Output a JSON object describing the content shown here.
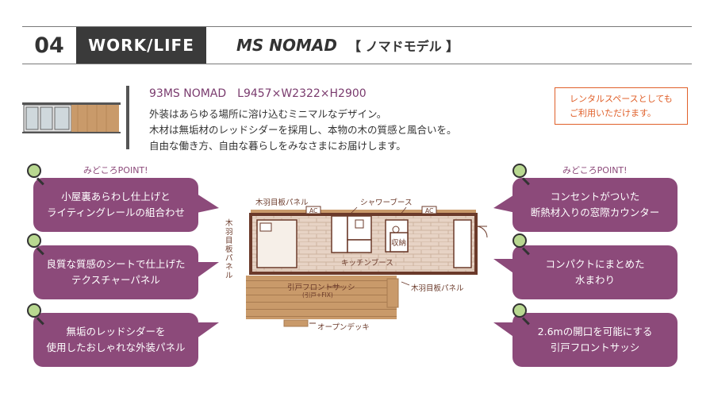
{
  "header": {
    "section_number": "04",
    "section_tag": "WORK/LIFE",
    "model_name": "MS NOMAD",
    "model_jp": "【 ノマドモデル 】"
  },
  "intro": {
    "spec": "93MS NOMAD　L9457×W2322×H2900",
    "description": [
      "外装はあらゆる場所に溶け込むミニマルなデザイン。",
      "木材は無垢材のレッドシダーを採用し、本物の木の質感と風合いを。",
      "自由な働き方、自由な暮らしをみなさまにお届けします。"
    ]
  },
  "notice": [
    "レンタルスペースとしても",
    "ご利用いただけます。"
  ],
  "points_label": "みどころPOINT!",
  "left_points": [
    [
      "小屋裏あらわし仕上げと",
      "ライティングレールの組合わせ"
    ],
    [
      "良質な質感のシートで仕上げた",
      "テクスチャーパネル"
    ],
    [
      "無垢のレッドシダーを",
      "使用したおしゃれな外装パネル"
    ]
  ],
  "right_points": [
    [
      "コンセントがついた",
      "断熱材入りの窓際カウンター"
    ],
    [
      "コンパクトにまとめた",
      "水まわり"
    ],
    [
      "2.6mの開口を可能にする",
      "引戸フロントサッシ"
    ]
  ],
  "plan_labels": {
    "top_panel": "木羽目板パネル",
    "shower": "シャワーブース",
    "left_panel": "木羽目板パネル",
    "ac_left": "AC",
    "ac_right": "AC",
    "storage": "収納",
    "kitchen": "キッチンブース",
    "sash": "引戸フロントサッシ",
    "sash_sub": "(引戸+FIX)",
    "right_panel": "木羽目板パネル",
    "deck": "オープンデッキ"
  },
  "colors": {
    "accent": "#8c4a7a",
    "notice": "#e0602a",
    "wood": "#c99a6a",
    "dark": "#3a3a3a"
  }
}
